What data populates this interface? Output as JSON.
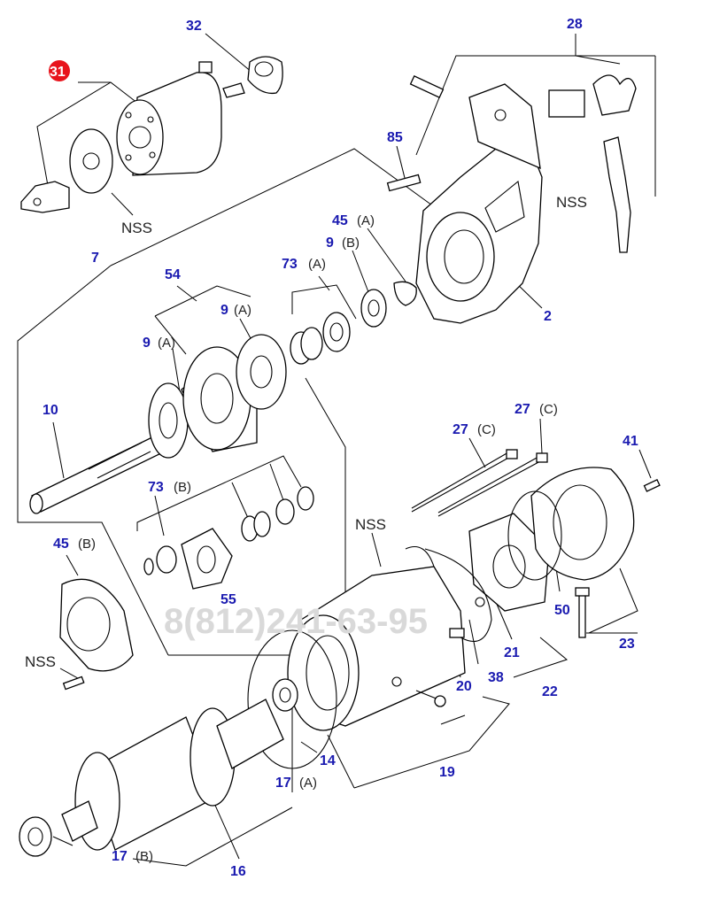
{
  "colors": {
    "callout": "#1a1ab0",
    "text": "#222222",
    "highlight": "#e8141c",
    "watermark": "#d9d9d9"
  },
  "labels": {
    "p31": "31",
    "p32": "32",
    "p28": "28",
    "p85": "85",
    "p7": "7",
    "p45a": "45",
    "p45a_s": "(A)",
    "p9b": "9",
    "p9b_s": "(B)",
    "p73a": "73",
    "p73a_s": "(A)",
    "p54": "54",
    "p9a_top": "9",
    "p9a_top_s": "(A)",
    "p9a": "9",
    "p9a_s": "(A)",
    "p2": "2",
    "p10": "10",
    "p27a": "27",
    "p27a_s": "(C)",
    "p27b": "27",
    "p27b_s": "(C)",
    "p41": "41",
    "p73b": "73",
    "p73b_s": "(B)",
    "p45b": "45",
    "p45b_s": "(B)",
    "p55": "55",
    "p50": "50",
    "p23": "23",
    "p21": "21",
    "p22": "22",
    "p38": "38",
    "p20": "20",
    "p14": "14",
    "p17a": "17",
    "p17a_s": "(A)",
    "p19": "19",
    "p17b": "17",
    "p17b_s": "(B)",
    "p16": "16",
    "nss1": "NSS",
    "nss2": "NSS",
    "nss3": "NSS",
    "nss4": "NSS"
  },
  "watermark": "8(812)241-63-95"
}
